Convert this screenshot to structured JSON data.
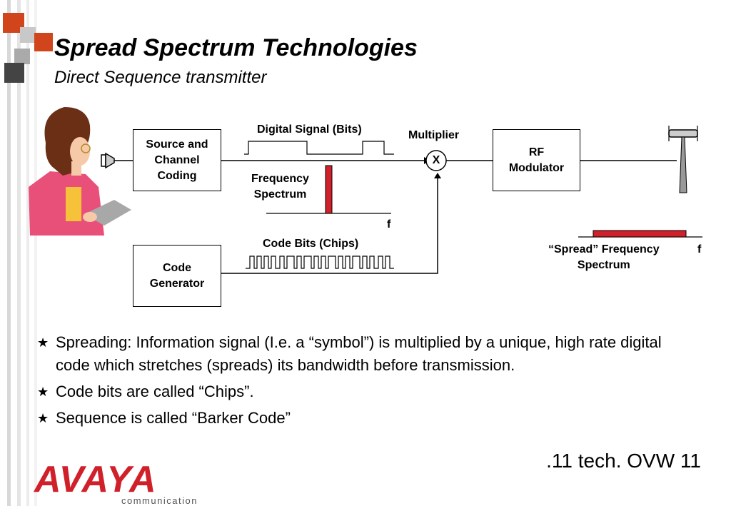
{
  "title": "Spread Spectrum Technologies",
  "subtitle": "Direct Sequence transmitter",
  "diagram": {
    "source_box": "Source and\nChannel\nCoding",
    "code_box": "Code\nGenerator",
    "rf_box": "RF\nModulator",
    "digital_signal_label": "Digital Signal (Bits)",
    "multiplier_label": "Multiplier",
    "multiplier_symbol": "X",
    "freq_spectrum_label": "Frequency\nSpectrum",
    "freq_axis_label": "f",
    "code_bits_label": "Code Bits (Chips)",
    "spread_label": "“Spread” Frequency\nSpectrum",
    "spread_axis_label": "f"
  },
  "bullets": [
    "Spreading: Information signal (I.e. a “symbol”) is multiplied by a unique, high rate digital code which stretches (spreads)  its bandwidth before transmission.",
    "Code bits are called “Chips”.",
    "Sequence is called “Barker Code”"
  ],
  "footer": ".11 tech. OVW 11",
  "logo": {
    "word": "AVAYA",
    "sub": "communication"
  },
  "colors": {
    "accent": "#d0202a",
    "gray": "#888888"
  }
}
